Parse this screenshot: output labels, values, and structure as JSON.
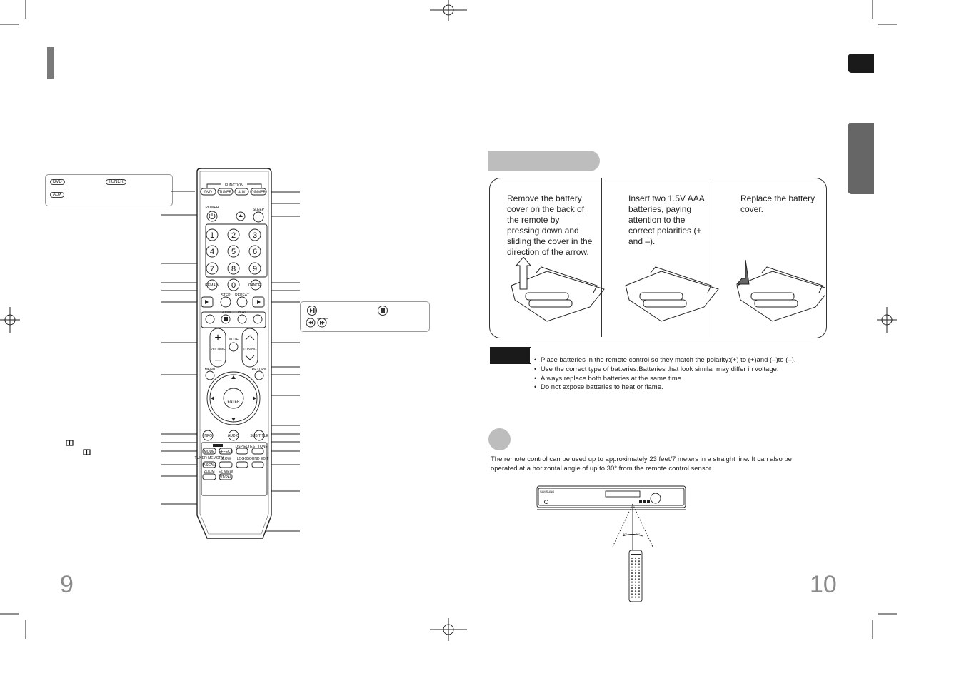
{
  "page_left": {
    "number": "9"
  },
  "page_right": {
    "number": "10"
  },
  "function_box": {
    "dvd": "DVD",
    "tuner": "TUNER",
    "aux": "AUX"
  },
  "remote": {
    "function_label": "FUNCTION",
    "buttons": {
      "dvd": "DVD",
      "tuner": "TUNER",
      "aux": "AUX",
      "dimmer": "DIMMER",
      "power": "POWER",
      "sleep": "SLEEP",
      "digits": [
        "1",
        "2",
        "3",
        "4",
        "5",
        "6",
        "7",
        "8",
        "9",
        "0"
      ],
      "remain": "REMAIN",
      "cancel": "CANCEL",
      "step": "STEP",
      "repeat": "REPEAT",
      "slow": "SLOW",
      "play": "PLAY",
      "volume": "VOLUME",
      "mute": "MUTE",
      "tuning": "TUNING",
      "menu": "MENU",
      "return": "RETURN",
      "enter": "ENTER",
      "info": "INFO",
      "audio": "AUDIO",
      "subtitle": "SUB TITLE",
      "mode": "MODE",
      "effect": "EFFECT",
      "dsp_eq": "DSP/EQ",
      "test_tone": "TEST TONE",
      "tuner_memory": "TUNER MEMORY",
      "slow2": "SLOW",
      "logo": "LOGO",
      "sound_edit": "SOUND EDIT",
      "p_scan": "P.SCAN",
      "ez_view": "EZ VIEW",
      "zoom": "ZOOM",
      "nt_pal": "NT/PAL"
    }
  },
  "play_box": {},
  "battery": {
    "steps": [
      "Remove the battery cover on the back of the remote by pressing down and sliding the cover in the direction of the arrow.",
      "Insert two 1.5V AAA batteries, paying attention to the correct polarities (+ and –).",
      "Replace the battery cover."
    ]
  },
  "notes": [
    "Place batteries in the remote control so they match the polarity:(+) to (+)and (–)to (–).",
    "Use the correct type of batteries.Batteries that look similar may differ in voltage.",
    "Always replace both batteries at the same time.",
    "Do not expose batteries to heat or flame."
  ],
  "range": {
    "text": "The remote control can be used up to approximately 23 feet/7 meters in a straight line. It can also be operated at a horizontal angle of up to 30° from the remote control sensor.",
    "angle_left": "30°",
    "angle_right": "30°",
    "device_brand": "SAMSUNG"
  },
  "colors": {
    "accent_gray": "#bdbdbd",
    "tab_dark": "#1a1a1a",
    "tab_gray": "#666666",
    "title_bar": "#7a7a7a"
  }
}
